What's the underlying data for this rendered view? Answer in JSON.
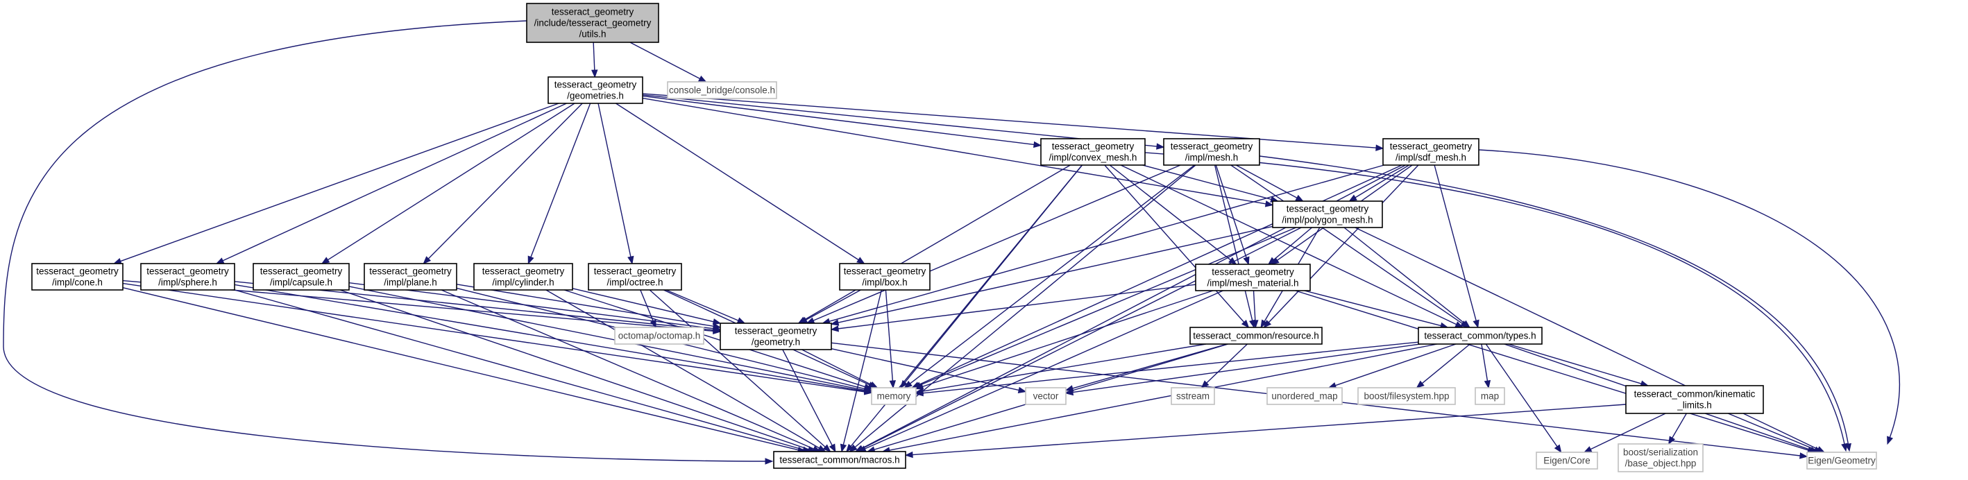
{
  "diagram": {
    "type": "include-dependency-graph",
    "colors": {
      "edge": "#191970",
      "box_border": "#000000",
      "external_border": "#bfbfbf",
      "root_fill": "#bfbfbf"
    },
    "nodes": [
      {
        "id": "utils",
        "lines": [
          "tesseract_geometry",
          "/include/tesseract_geometry",
          "/utils.h"
        ],
        "style": "root"
      },
      {
        "id": "geometries",
        "lines": [
          "tesseract_geometry",
          "/geometries.h"
        ],
        "style": "normal"
      },
      {
        "id": "console",
        "lines": [
          "console_bridge/console.h"
        ],
        "style": "external"
      },
      {
        "id": "convex_mesh",
        "lines": [
          "tesseract_geometry",
          "/impl/convex_mesh.h"
        ],
        "style": "normal"
      },
      {
        "id": "mesh",
        "lines": [
          "tesseract_geometry",
          "/impl/mesh.h"
        ],
        "style": "normal"
      },
      {
        "id": "sdf_mesh",
        "lines": [
          "tesseract_geometry",
          "/impl/sdf_mesh.h"
        ],
        "style": "normal"
      },
      {
        "id": "polygon_mesh",
        "lines": [
          "tesseract_geometry",
          "/impl/polygon_mesh.h"
        ],
        "style": "normal"
      },
      {
        "id": "cone",
        "lines": [
          "tesseract_geometry",
          "/impl/cone.h"
        ],
        "style": "normal"
      },
      {
        "id": "sphere",
        "lines": [
          "tesseract_geometry",
          "/impl/sphere.h"
        ],
        "style": "normal"
      },
      {
        "id": "capsule",
        "lines": [
          "tesseract_geometry",
          "/impl/capsule.h"
        ],
        "style": "normal"
      },
      {
        "id": "plane",
        "lines": [
          "tesseract_geometry",
          "/impl/plane.h"
        ],
        "style": "normal"
      },
      {
        "id": "cylinder",
        "lines": [
          "tesseract_geometry",
          "/impl/cylinder.h"
        ],
        "style": "normal"
      },
      {
        "id": "octree",
        "lines": [
          "tesseract_geometry",
          "/impl/octree.h"
        ],
        "style": "normal"
      },
      {
        "id": "box",
        "lines": [
          "tesseract_geometry",
          "/impl/box.h"
        ],
        "style": "normal"
      },
      {
        "id": "mesh_material",
        "lines": [
          "tesseract_geometry",
          "/impl/mesh_material.h"
        ],
        "style": "normal"
      },
      {
        "id": "geometry",
        "lines": [
          "tesseract_geometry",
          "/geometry.h"
        ],
        "style": "normal"
      },
      {
        "id": "octomap",
        "lines": [
          "octomap/octomap.h"
        ],
        "style": "external"
      },
      {
        "id": "resource",
        "lines": [
          "tesseract_common/resource.h"
        ],
        "style": "normal"
      },
      {
        "id": "types",
        "lines": [
          "tesseract_common/types.h"
        ],
        "style": "normal"
      },
      {
        "id": "memory",
        "lines": [
          "memory"
        ],
        "style": "external"
      },
      {
        "id": "vector",
        "lines": [
          "vector"
        ],
        "style": "external"
      },
      {
        "id": "sstream",
        "lines": [
          "sstream"
        ],
        "style": "external"
      },
      {
        "id": "unordered_map",
        "lines": [
          "unordered_map"
        ],
        "style": "external"
      },
      {
        "id": "filesystem",
        "lines": [
          "boost/filesystem.hpp"
        ],
        "style": "external"
      },
      {
        "id": "map",
        "lines": [
          "map"
        ],
        "style": "external"
      },
      {
        "id": "kinematic_limits",
        "lines": [
          "tesseract_common/kinematic",
          "_limits.h"
        ],
        "style": "normal"
      },
      {
        "id": "macros",
        "lines": [
          "tesseract_common/macros.h"
        ],
        "style": "normal"
      },
      {
        "id": "eigen_core",
        "lines": [
          "Eigen/Core"
        ],
        "style": "external"
      },
      {
        "id": "base_object",
        "lines": [
          "boost/serialization",
          "/base_object.hpp"
        ],
        "style": "external"
      },
      {
        "id": "eigen_geometry",
        "lines": [
          "Eigen/Geometry"
        ],
        "style": "external"
      }
    ],
    "edges": [
      [
        "utils",
        "geometries"
      ],
      [
        "utils",
        "console"
      ],
      [
        "utils",
        "macros"
      ],
      [
        "geometries",
        "box"
      ],
      [
        "geometries",
        "capsule"
      ],
      [
        "geometries",
        "cone"
      ],
      [
        "geometries",
        "convex_mesh"
      ],
      [
        "geometries",
        "cylinder"
      ],
      [
        "geometries",
        "mesh"
      ],
      [
        "geometries",
        "octree"
      ],
      [
        "geometries",
        "plane"
      ],
      [
        "geometries",
        "polygon_mesh"
      ],
      [
        "geometries",
        "sdf_mesh"
      ],
      [
        "geometries",
        "sphere"
      ],
      [
        "convex_mesh",
        "geometry"
      ],
      [
        "convex_mesh",
        "polygon_mesh"
      ],
      [
        "convex_mesh",
        "mesh_material"
      ],
      [
        "convex_mesh",
        "resource"
      ],
      [
        "convex_mesh",
        "types"
      ],
      [
        "convex_mesh",
        "memory"
      ],
      [
        "convex_mesh",
        "macros"
      ],
      [
        "convex_mesh",
        "eigen_geometry"
      ],
      [
        "mesh",
        "geometry"
      ],
      [
        "mesh",
        "polygon_mesh"
      ],
      [
        "mesh",
        "mesh_material"
      ],
      [
        "mesh",
        "resource"
      ],
      [
        "mesh",
        "types"
      ],
      [
        "mesh",
        "memory"
      ],
      [
        "mesh",
        "macros"
      ],
      [
        "mesh",
        "eigen_geometry"
      ],
      [
        "sdf_mesh",
        "geometry"
      ],
      [
        "sdf_mesh",
        "polygon_mesh"
      ],
      [
        "sdf_mesh",
        "mesh_material"
      ],
      [
        "sdf_mesh",
        "resource"
      ],
      [
        "sdf_mesh",
        "types"
      ],
      [
        "sdf_mesh",
        "memory"
      ],
      [
        "sdf_mesh",
        "macros"
      ],
      [
        "sdf_mesh",
        "eigen_geometry"
      ],
      [
        "polygon_mesh",
        "geometry"
      ],
      [
        "polygon_mesh",
        "mesh_material"
      ],
      [
        "polygon_mesh",
        "resource"
      ],
      [
        "polygon_mesh",
        "types"
      ],
      [
        "polygon_mesh",
        "memory"
      ],
      [
        "polygon_mesh",
        "macros"
      ],
      [
        "polygon_mesh",
        "eigen_geometry"
      ],
      [
        "mesh_material",
        "geometry"
      ],
      [
        "mesh_material",
        "resource"
      ],
      [
        "mesh_material",
        "types"
      ],
      [
        "mesh_material",
        "memory"
      ],
      [
        "mesh_material",
        "macros"
      ],
      [
        "mesh_material",
        "eigen_geometry"
      ],
      [
        "cone",
        "geometry"
      ],
      [
        "cone",
        "memory"
      ],
      [
        "cone",
        "macros"
      ],
      [
        "sphere",
        "geometry"
      ],
      [
        "sphere",
        "memory"
      ],
      [
        "sphere",
        "macros"
      ],
      [
        "capsule",
        "geometry"
      ],
      [
        "capsule",
        "memory"
      ],
      [
        "capsule",
        "macros"
      ],
      [
        "plane",
        "geometry"
      ],
      [
        "plane",
        "memory"
      ],
      [
        "plane",
        "macros"
      ],
      [
        "cylinder",
        "geometry"
      ],
      [
        "cylinder",
        "memory"
      ],
      [
        "cylinder",
        "macros"
      ],
      [
        "octree",
        "geometry"
      ],
      [
        "octree",
        "octomap"
      ],
      [
        "octree",
        "memory"
      ],
      [
        "octree",
        "macros"
      ],
      [
        "box",
        "geometry"
      ],
      [
        "box",
        "memory"
      ],
      [
        "box",
        "macros"
      ],
      [
        "geometry",
        "memory"
      ],
      [
        "geometry",
        "vector"
      ],
      [
        "geometry",
        "macros"
      ],
      [
        "geometry",
        "eigen_geometry"
      ],
      [
        "resource",
        "memory"
      ],
      [
        "resource",
        "vector"
      ],
      [
        "resource",
        "sstream"
      ],
      [
        "resource",
        "macros"
      ],
      [
        "types",
        "memory"
      ],
      [
        "types",
        "vector"
      ],
      [
        "types",
        "unordered_map"
      ],
      [
        "types",
        "filesystem"
      ],
      [
        "types",
        "map"
      ],
      [
        "types",
        "kinematic_limits"
      ],
      [
        "types",
        "macros"
      ],
      [
        "types",
        "eigen_core"
      ],
      [
        "types",
        "eigen_geometry"
      ],
      [
        "kinematic_limits",
        "macros"
      ],
      [
        "kinematic_limits",
        "eigen_core"
      ],
      [
        "kinematic_limits",
        "base_object"
      ],
      [
        "kinematic_limits",
        "eigen_geometry"
      ]
    ]
  }
}
